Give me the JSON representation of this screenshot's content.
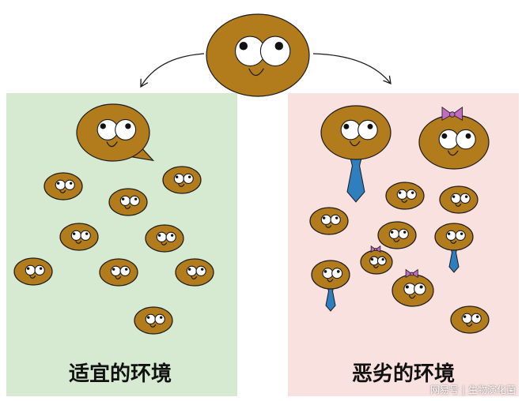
{
  "colors": {
    "good_panel": "#d5ead0",
    "bad_panel": "#f8e1de",
    "body": "#b27c1c",
    "outline": "#1a1a1a",
    "tie": "#2f7fbf",
    "bow": "#c06cc0"
  },
  "good_environment": {
    "label": "适宜的环境"
  },
  "bad_environment": {
    "label": "恶劣的环境"
  },
  "watermark": {
    "source": "网易号",
    "separator": "|",
    "account": "生物演化菌"
  }
}
